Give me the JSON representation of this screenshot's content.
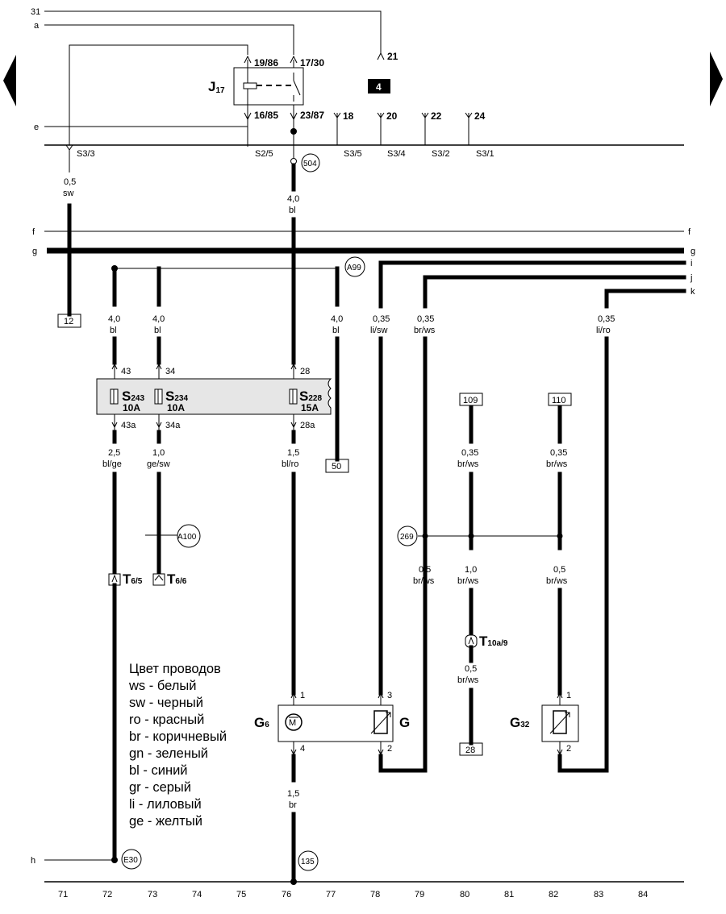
{
  "navigation": {
    "prev_icon": "left-arrow-icon",
    "next_icon": "right-arrow-icon"
  },
  "line_labels": {
    "l31": "31",
    "la": "a",
    "le": "e",
    "lf": "f",
    "lf_right": "f",
    "lg": "g",
    "lg_right": "g",
    "li": "i",
    "lj": "j",
    "lk": "k",
    "lh": "h"
  },
  "relay": {
    "name": "J",
    "sub": "17",
    "pin_19_86": "19/86",
    "pin_17_30": "17/30",
    "pin_16_85": "16/85",
    "pin_23_87": "23/87"
  },
  "page_badge": "4",
  "terminals": {
    "t18": "18",
    "t20": "20",
    "t21": "21",
    "t22": "22",
    "t24": "24"
  },
  "bus_points": {
    "s33": "S3/3",
    "s25": "S2/5",
    "s35": "S3/5",
    "s34": "S3/4",
    "s32": "S3/2",
    "s31": "S3/1"
  },
  "wires": {
    "w71": {
      "size": "0,5",
      "color": "sw"
    },
    "w76a": {
      "size": "4,0",
      "color": "bl"
    },
    "w72a": {
      "size": "4,0",
      "color": "bl"
    },
    "w73a": {
      "size": "4,0",
      "color": "bl"
    },
    "w77a": {
      "size": "4,0",
      "color": "bl"
    },
    "w78a": {
      "size": "0,35",
      "color": "li/sw"
    },
    "w79a": {
      "size": "0,35",
      "color": "br/ws"
    },
    "w83a": {
      "size": "0,35",
      "color": "li/ro"
    },
    "w72b": {
      "size": "2,5",
      "color": "bl/ge"
    },
    "w73b": {
      "size": "1,0",
      "color": "ge/sw"
    },
    "w76b": {
      "size": "1,5",
      "color": "bl/ro"
    },
    "w80a": {
      "size": "0,35",
      "color": "br/ws"
    },
    "w82a": {
      "size": "0,35",
      "color": "br/ws"
    },
    "w79b": {
      "size": "0,5",
      "color": "br/ws"
    },
    "w80b": {
      "size": "1,0",
      "color": "br/ws"
    },
    "w82b": {
      "size": "0,5",
      "color": "br/ws"
    },
    "w80c": {
      "size": "0,5",
      "color": "br/ws"
    },
    "w76c": {
      "size": "1,5",
      "color": "br"
    }
  },
  "fuses": {
    "s243": {
      "name": "S",
      "sub": "243",
      "rating": "10A",
      "pin_in": "43",
      "pin_out": "43a"
    },
    "s234": {
      "name": "S",
      "sub": "234",
      "rating": "10A",
      "pin_in": "34",
      "pin_out": "34a"
    },
    "s228": {
      "name": "S",
      "sub": "228",
      "rating": "15A",
      "pin_in": "28",
      "pin_out": "28a"
    }
  },
  "boxes": {
    "b12": "12",
    "b50": "50",
    "b109": "109",
    "b110": "110",
    "b28": "28"
  },
  "circles": {
    "c504": "504",
    "ca99": "A99",
    "ca100": "A100",
    "c269": "269",
    "ce30": "E30",
    "c135": "135"
  },
  "connectors": {
    "t65": {
      "name": "T",
      "sub": "6/5"
    },
    "t66": {
      "name": "T",
      "sub": "6/6"
    },
    "t10a9": {
      "name": "T",
      "sub": "10a/9"
    }
  },
  "components": {
    "g6": {
      "name": "G",
      "sub": "6",
      "pin_top": "1",
      "pin_bottom": "4",
      "motor": "M"
    },
    "g": {
      "name": "G",
      "pin_top": "3",
      "pin_bottom": "2"
    },
    "g32": {
      "name": "G",
      "sub": "32",
      "pin_top": "1",
      "pin_bottom": "2"
    }
  },
  "legend": [
    "Цвет проводов",
    "ws - белый",
    "sw - черный",
    "ro - красный",
    "br - коричневый",
    "gn - зеленый",
    "bl - синий",
    "gr - серый",
    "li - лиловый",
    "ge - желтый"
  ],
  "grid_numbers": [
    "71",
    "72",
    "73",
    "74",
    "75",
    "76",
    "77",
    "78",
    "79",
    "80",
    "81",
    "82",
    "83",
    "84"
  ]
}
